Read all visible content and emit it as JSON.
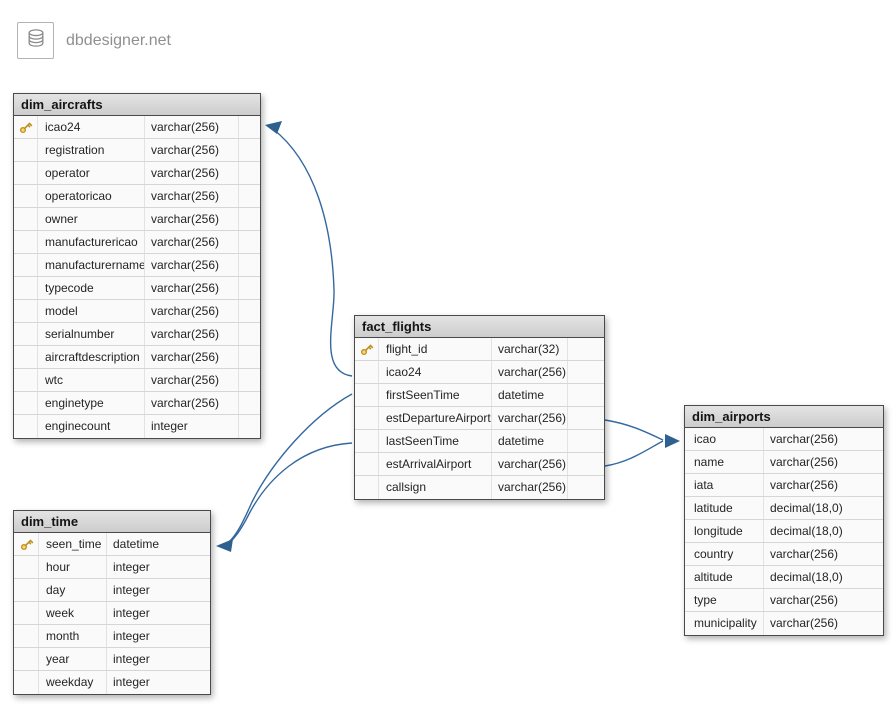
{
  "app": {
    "logo_text": "dbdesigner.net"
  },
  "colors": {
    "arrow": "#34689e",
    "table_border": "#4a4a4a",
    "header_bg": "#d6d6d6",
    "row_bg": "#fafafa",
    "key_gold": "#e3b127"
  },
  "tables": [
    {
      "name": "dim_aircrafts",
      "fields": [
        {
          "name": "icao24",
          "type": "varchar(256)",
          "key": true
        },
        {
          "name": "registration",
          "type": "varchar(256)",
          "key": false
        },
        {
          "name": "operator",
          "type": "varchar(256)",
          "key": false
        },
        {
          "name": "operatoricao",
          "type": "varchar(256)",
          "key": false
        },
        {
          "name": "owner",
          "type": "varchar(256)",
          "key": false
        },
        {
          "name": "manufacturericao",
          "type": "varchar(256)",
          "key": false
        },
        {
          "name": "manufacturername",
          "type": "varchar(256)",
          "key": false
        },
        {
          "name": "typecode",
          "type": "varchar(256)",
          "key": false
        },
        {
          "name": "model",
          "type": "varchar(256)",
          "key": false
        },
        {
          "name": "serialnumber",
          "type": "varchar(256)",
          "key": false
        },
        {
          "name": "aircraftdescription",
          "type": "varchar(256)",
          "key": false
        },
        {
          "name": "wtc",
          "type": "varchar(256)",
          "key": false
        },
        {
          "name": "enginetype",
          "type": "varchar(256)",
          "key": false
        },
        {
          "name": "enginecount",
          "type": "integer",
          "key": false
        }
      ]
    },
    {
      "name": "fact_flights",
      "fields": [
        {
          "name": "flight_id",
          "type": "varchar(32)",
          "key": true
        },
        {
          "name": "icao24",
          "type": "varchar(256)",
          "key": false
        },
        {
          "name": "firstSeenTime",
          "type": "datetime",
          "key": false
        },
        {
          "name": "estDepartureAirport",
          "type": "varchar(256)",
          "key": false
        },
        {
          "name": "lastSeenTime",
          "type": "datetime",
          "key": false
        },
        {
          "name": "estArrivalAirport",
          "type": "varchar(256)",
          "key": false
        },
        {
          "name": "callsign",
          "type": "varchar(256)",
          "key": false
        }
      ]
    },
    {
      "name": "dim_airports",
      "fields": [
        {
          "name": "icao",
          "type": "varchar(256)",
          "key": false
        },
        {
          "name": "name",
          "type": "varchar(256)",
          "key": false
        },
        {
          "name": "iata",
          "type": "varchar(256)",
          "key": false
        },
        {
          "name": "latitude",
          "type": "decimal(18,0)",
          "key": false
        },
        {
          "name": "longitude",
          "type": "decimal(18,0)",
          "key": false
        },
        {
          "name": "country",
          "type": "varchar(256)",
          "key": false
        },
        {
          "name": "altitude",
          "type": "decimal(18,0)",
          "key": false
        },
        {
          "name": "type",
          "type": "varchar(256)",
          "key": false
        },
        {
          "name": "municipality",
          "type": "varchar(256)",
          "key": false
        }
      ]
    },
    {
      "name": "dim_time",
      "fields": [
        {
          "name": "seen_time",
          "type": "datetime",
          "key": true
        },
        {
          "name": "hour",
          "type": "integer",
          "key": false
        },
        {
          "name": "day",
          "type": "integer",
          "key": false
        },
        {
          "name": "week",
          "type": "integer",
          "key": false
        },
        {
          "name": "month",
          "type": "integer",
          "key": false
        },
        {
          "name": "year",
          "type": "integer",
          "key": false
        },
        {
          "name": "weekday",
          "type": "integer",
          "key": false
        }
      ]
    }
  ],
  "relations": [
    {
      "from": "fact_flights.icao24",
      "to": "dim_aircrafts.icao24"
    },
    {
      "from": "fact_flights.firstSeenTime",
      "to": "dim_time.seen_time"
    },
    {
      "from": "fact_flights.lastSeenTime",
      "to": "dim_time.seen_time"
    },
    {
      "from": "fact_flights.estDepartureAirport",
      "to": "dim_airports.icao"
    },
    {
      "from": "fact_flights.estArrivalAirport",
      "to": "dim_airports.icao"
    }
  ]
}
